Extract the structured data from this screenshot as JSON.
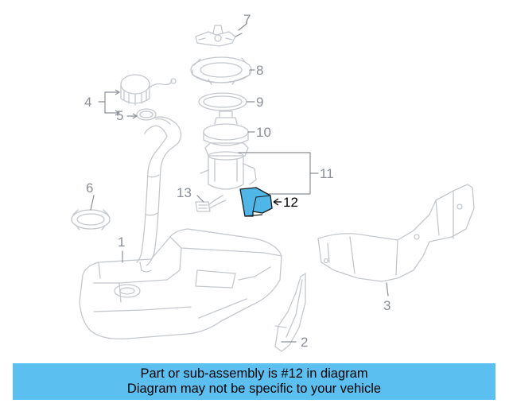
{
  "diagram": {
    "callouts": [
      {
        "id": "7",
        "label": "7"
      },
      {
        "id": "8",
        "label": "8"
      },
      {
        "id": "4",
        "label": "4"
      },
      {
        "id": "9",
        "label": "9"
      },
      {
        "id": "5",
        "label": "5"
      },
      {
        "id": "10",
        "label": "10"
      },
      {
        "id": "11",
        "label": "11"
      },
      {
        "id": "6",
        "label": "6"
      },
      {
        "id": "13",
        "label": "13"
      },
      {
        "id": "12",
        "label": "12"
      },
      {
        "id": "1",
        "label": "1"
      },
      {
        "id": "3",
        "label": "3"
      },
      {
        "id": "2",
        "label": "2"
      }
    ],
    "highlighted_part": "12"
  },
  "banner": {
    "line1": "Part or sub-assembly is #12 in diagram",
    "line2": "Diagram may not be specific to your vehicle"
  },
  "colors": {
    "banner_bg": "#5bc0f0",
    "highlight_fill": "#4fb6e8",
    "line_art": "#c4c8cd",
    "callout_text": "#8a8f96"
  }
}
